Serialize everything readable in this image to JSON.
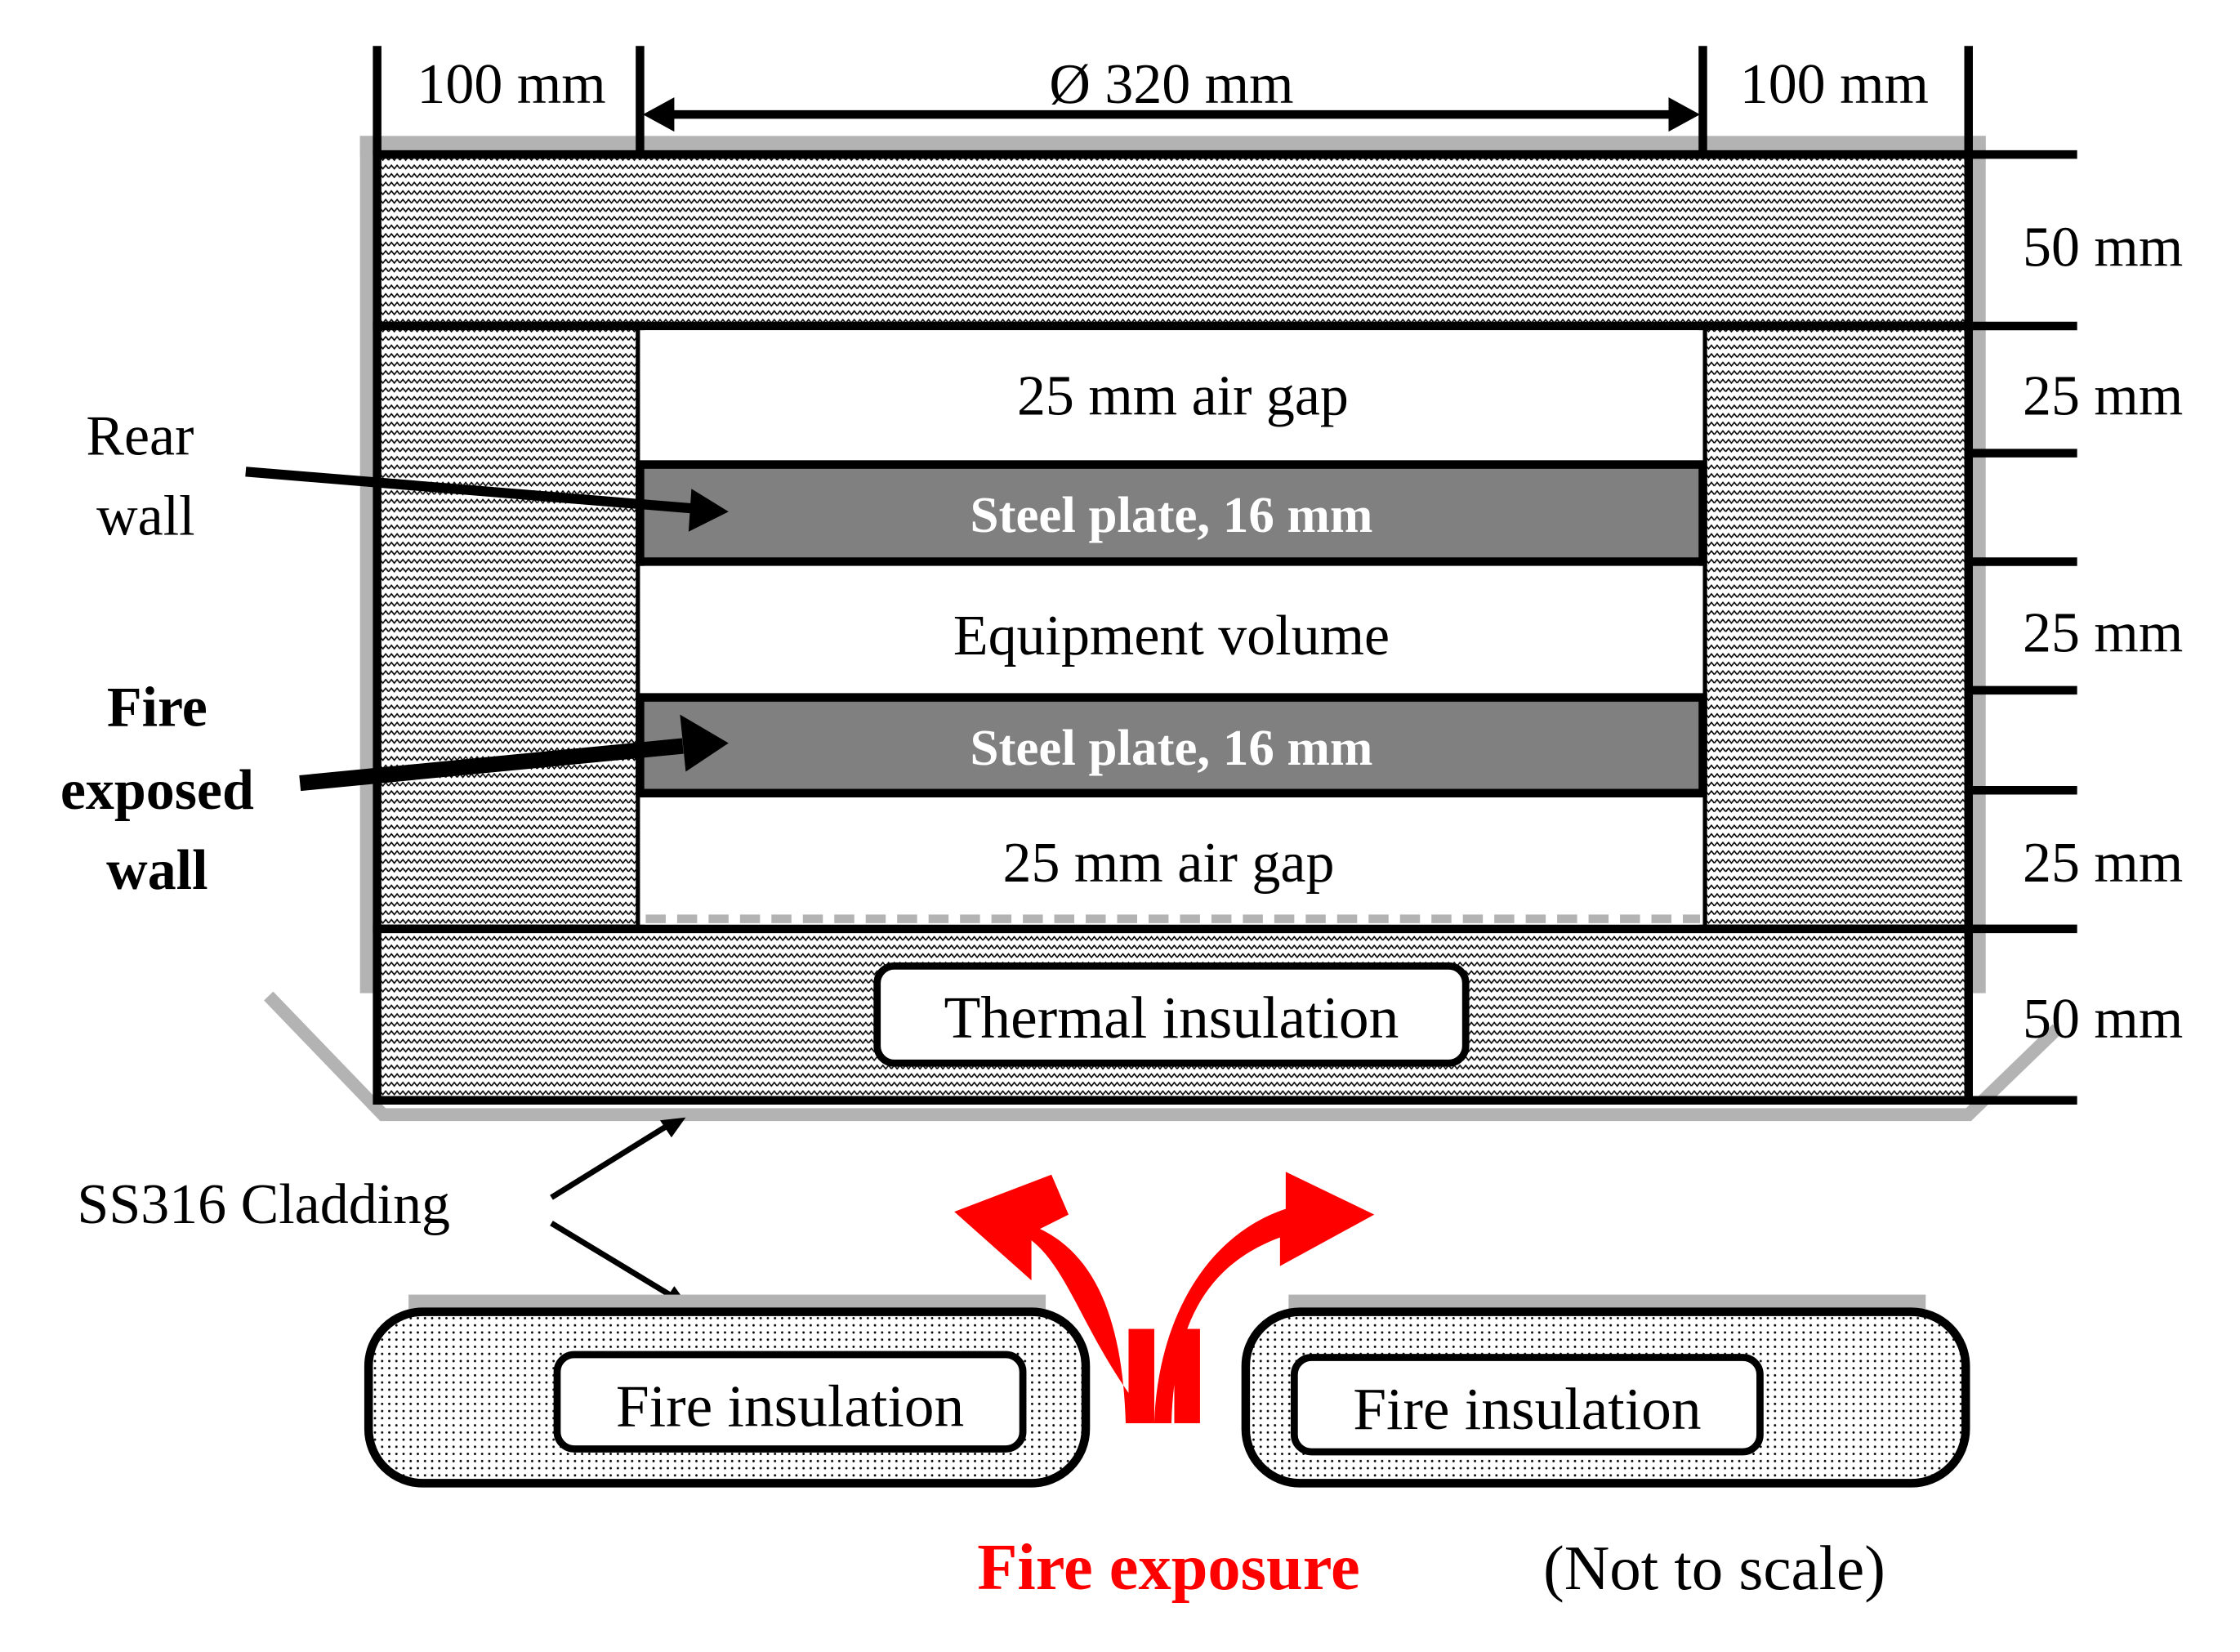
{
  "dimensions_top": {
    "left_width": "100 mm",
    "inner_diameter": "Ø 320 mm",
    "right_width": "100 mm"
  },
  "dimensions_right": {
    "top_insulation": "50 mm",
    "upper_air_gap": "25 mm",
    "equipment_volume": "25 mm",
    "lower_air_gap": "25 mm",
    "bottom_insulation": "50 mm"
  },
  "layers": {
    "upper_air_gap": "25 mm air gap",
    "rear_plate": "Steel plate, 16 mm",
    "equipment_volume": "Equipment volume",
    "fire_plate": "Steel plate, 16 mm",
    "lower_air_gap": "25 mm air gap",
    "thermal_insulation": "Thermal insulation"
  },
  "callouts": {
    "rear_wall_line1": "Rear",
    "rear_wall_line2": "wall",
    "fire_wall_line1": "Fire",
    "fire_wall_line2": "exposed",
    "fire_wall_line3": "wall",
    "cladding": "SS316 Cladding"
  },
  "fire_insulation": {
    "left": "Fire insulation",
    "right": "Fire insulation"
  },
  "footer": {
    "fire_exposure": "Fire exposure",
    "note": "(Not to scale)"
  },
  "colors": {
    "steel": "#808080",
    "cladding": "#b3b3b3",
    "fire": "#ff0000",
    "outline": "#000000"
  }
}
